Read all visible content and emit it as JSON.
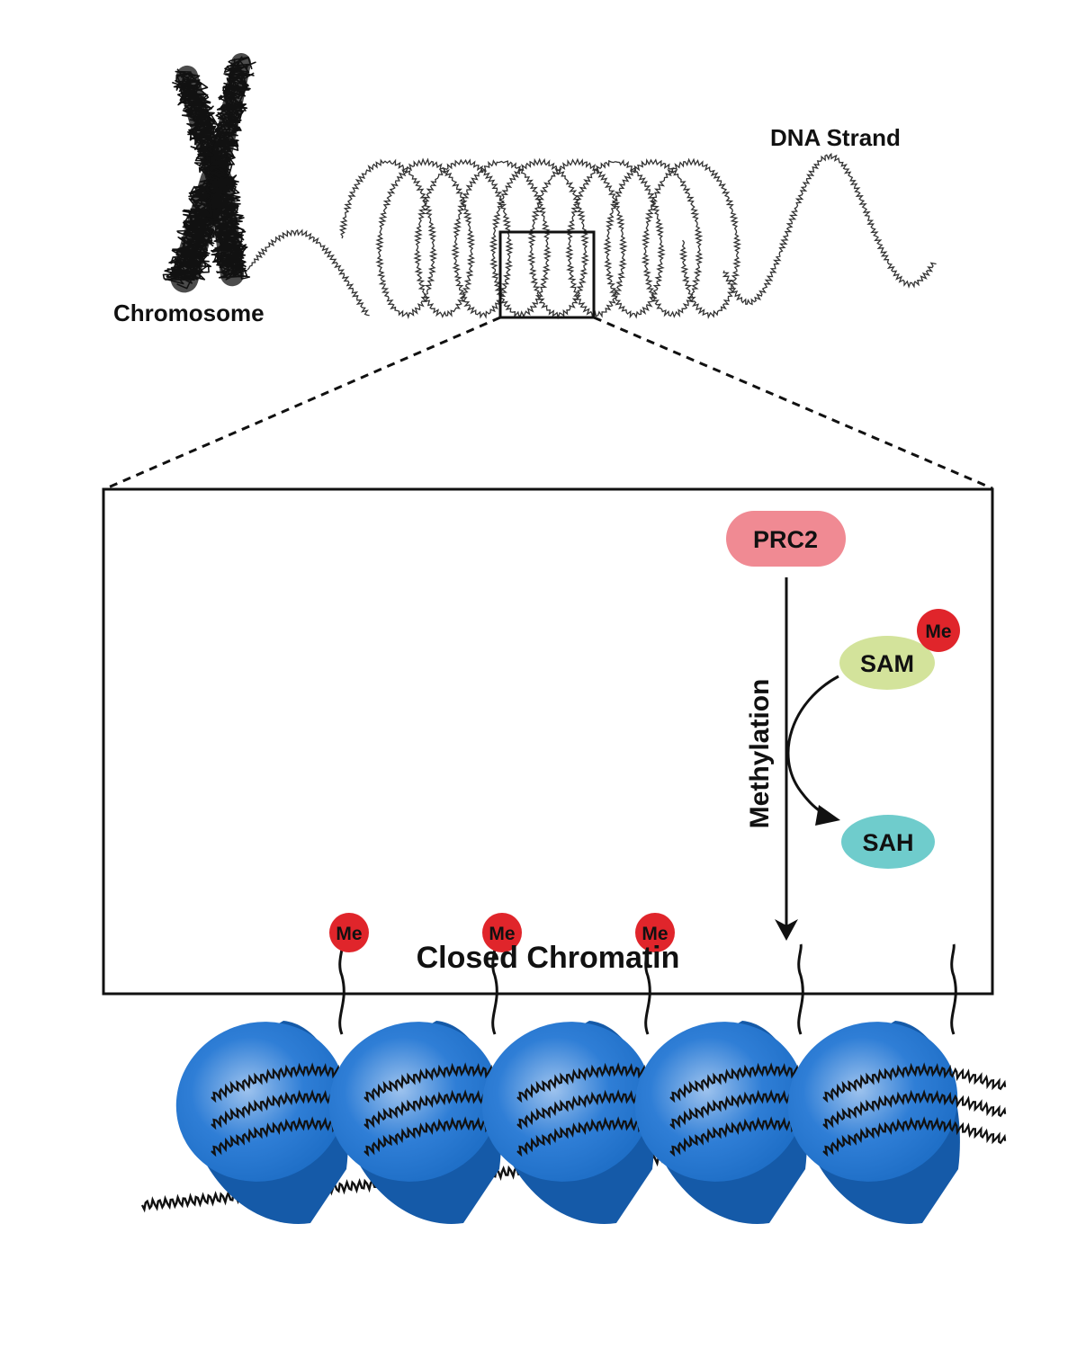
{
  "labels": {
    "chromosome": "Chromosome",
    "dna_strand": "DNA Strand",
    "prc2": "PRC2",
    "sam": "SAM",
    "sah": "SAH",
    "me": "Me",
    "methylation": "Methylation",
    "closed_chromatin": "Closed Chromatin"
  },
  "colors": {
    "prc2": "#f08a93",
    "sam": "#d3e39b",
    "sah": "#6fcccc",
    "me": "#e0252b",
    "nucleosome": "#1f6fc7",
    "nucleosome_dark": "#155aa8",
    "nucleosome_light": "#9ec3ee",
    "ink": "#111111"
  },
  "nucleosomes": {
    "count": 5,
    "methylated": [
      true,
      true,
      true,
      false,
      false
    ]
  }
}
